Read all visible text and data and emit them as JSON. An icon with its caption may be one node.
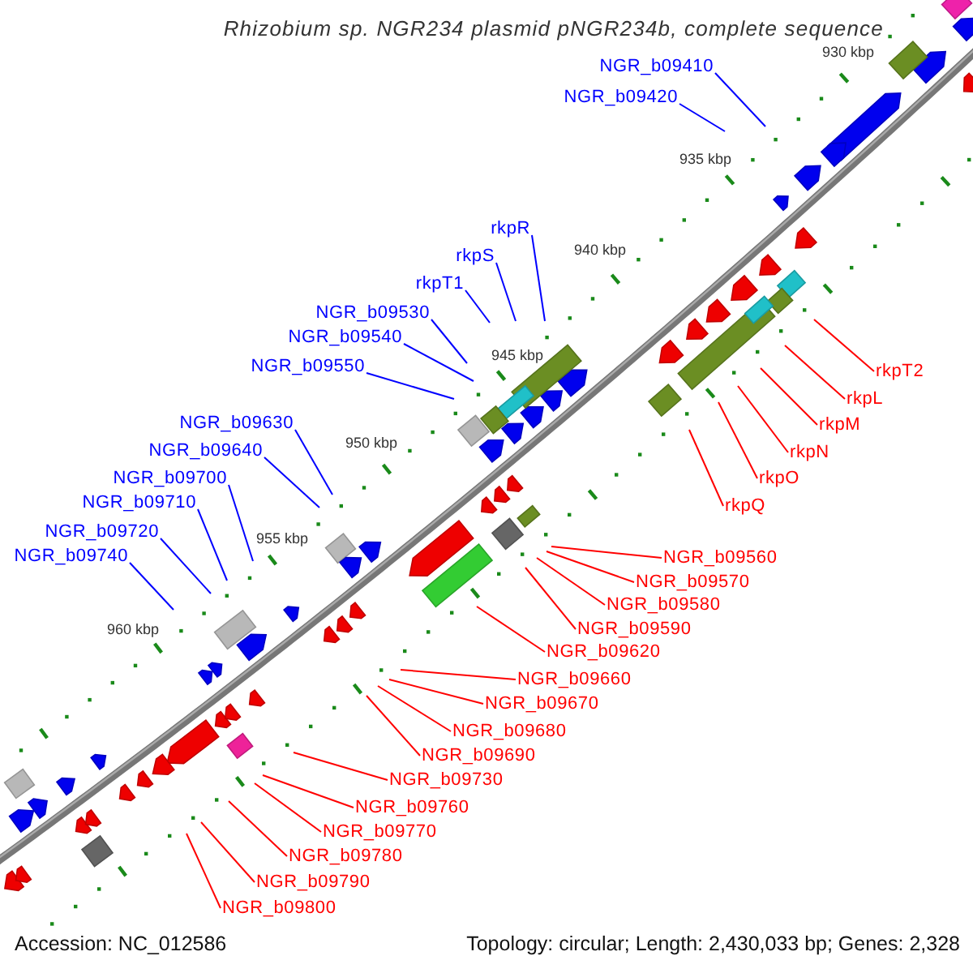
{
  "diagram": {
    "title": "Rhizobium sp. NGR234 plasmid pNGR234b, complete sequence",
    "nodes": [
      {
        "text": [
          "NGR_b09410"
        ]
      },
      {
        "text": [
          "NGR_b09420"
        ]
      },
      {
        "text": [
          "rkpR"
        ]
      },
      {
        "text": [
          "rkpS"
        ]
      },
      {
        "text": [
          "rkpT1"
        ]
      },
      {
        "text": [
          "NGR_b09530"
        ]
      },
      {
        "text": [
          "NGR_b09540"
        ]
      },
      {
        "text": [
          "NGR_b09550"
        ]
      },
      {
        "text": [
          "rkpT2"
        ]
      },
      {
        "text": [
          "rkpL"
        ]
      },
      {
        "text": [
          "rkpM"
        ]
      },
      {
        "text": [
          "NGR_b09630"
        ]
      },
      {
        "text": [
          "rkpN"
        ]
      },
      {
        "text": [
          "NGR_b09640"
        ]
      },
      {
        "text": [
          "rkpO"
        ]
      },
      {
        "text": [
          "NGR_b09700"
        ]
      },
      {
        "text": [
          "NGR_b09710"
        ]
      },
      {
        "text": [
          "rkpQ"
        ]
      },
      {
        "text": [
          "NGR_b09720"
        ]
      },
      {
        "text": [
          "NGR_b09740"
        ]
      },
      {
        "text": [
          "NGR_b09560"
        ]
      },
      {
        "text": [
          "NGR_b09570"
        ]
      },
      {
        "text": [
          "NGR_b09580"
        ]
      },
      {
        "text": [
          "NGR_b09590"
        ]
      },
      {
        "text": [
          "NGR_b09620"
        ]
      },
      {
        "text": [
          "NGR_b09660"
        ]
      },
      {
        "text": [
          "NGR_b09670"
        ]
      },
      {
        "text": [
          "NGR_b09680"
        ]
      },
      {
        "text": [
          "NGR_b09690"
        ]
      },
      {
        "text": [
          "NGR_b09730"
        ]
      },
      {
        "text": [
          "NGR_b09760"
        ]
      },
      {
        "text": [
          "NGR_b09770"
        ]
      },
      {
        "text": [
          "NGR_b09780"
        ]
      },
      {
        "text": [
          "NGR_b09790"
        ]
      },
      {
        "text": [
          "NGR_b09800"
        ]
      }
    ],
    "edges": [
      {
        "from": 0,
        "to": null,
        "arrow": "none",
        "color": "#0000ff"
      },
      {
        "from": 1,
        "to": null,
        "arrow": "none",
        "color": "#0000ff"
      },
      {
        "from": 2,
        "to": null,
        "arrow": "none",
        "color": "#0000ff"
      },
      {
        "from": 3,
        "to": null,
        "arrow": "none",
        "color": "#0000ff"
      },
      {
        "from": 4,
        "to": null,
        "arrow": "none",
        "color": "#0000ff"
      },
      {
        "from": 5,
        "to": null,
        "arrow": "none",
        "color": "#0000ff"
      },
      {
        "from": 6,
        "to": null,
        "arrow": "none",
        "color": "#0000ff"
      },
      {
        "from": 7,
        "to": null,
        "arrow": "none",
        "color": "#0000ff"
      },
      {
        "from": 8,
        "to": null,
        "arrow": "none"
      },
      {
        "from": 9,
        "to": null,
        "arrow": "none"
      },
      {
        "from": 10,
        "to": null,
        "arrow": "none"
      },
      {
        "from": 11,
        "to": null,
        "arrow": "none",
        "color": "#0000ff"
      },
      {
        "from": 12,
        "to": null,
        "arrow": "none"
      },
      {
        "from": 13,
        "to": null,
        "arrow": "none",
        "color": "#0000ff"
      },
      {
        "from": 14,
        "to": null,
        "arrow": "none"
      },
      {
        "from": 15,
        "to": null,
        "arrow": "none",
        "color": "#0000ff"
      },
      {
        "from": 16,
        "to": null,
        "arrow": "none",
        "color": "#0000ff"
      },
      {
        "from": 17,
        "to": null,
        "arrow": "none"
      },
      {
        "from": 18,
        "to": null,
        "arrow": "none",
        "color": "#0000ff"
      },
      {
        "from": 19,
        "to": null,
        "arrow": "none",
        "color": "#0000ff"
      },
      {
        "from": 20,
        "to": null,
        "arrow": "none"
      },
      {
        "from": 21,
        "to": null,
        "arrow": "none"
      },
      {
        "from": 22,
        "to": null,
        "arrow": "none"
      },
      {
        "from": 23,
        "to": null,
        "arrow": "none"
      },
      {
        "from": 24,
        "to": null,
        "arrow": "none"
      },
      {
        "from": 25,
        "to": null,
        "arrow": "none"
      },
      {
        "from": 26,
        "to": null,
        "arrow": "none"
      },
      {
        "from": 27,
        "to": null,
        "arrow": "none"
      },
      {
        "from": 28,
        "to": null,
        "arrow": "none"
      },
      {
        "from": 29,
        "to": null,
        "arrow": "none"
      },
      {
        "from": 30,
        "to": null,
        "arrow": "none"
      },
      {
        "from": 31,
        "to": null,
        "arrow": "none"
      },
      {
        "from": 32,
        "to": null,
        "arrow": "none"
      },
      {
        "from": 33,
        "to": null,
        "arrow": "none"
      },
      {
        "from": 34,
        "to": null,
        "arrow": "none"
      }
    ],
    "labels": [
      "930 kbp",
      "935 kbp",
      "940 kbp",
      "945 kbp",
      "950 kbp",
      "955 kbp",
      "960 kbp",
      "Accession: NC_012586",
      "Topology: circular; Length: 2,430,033 bp; Genes: 2,328"
    ]
  }
}
